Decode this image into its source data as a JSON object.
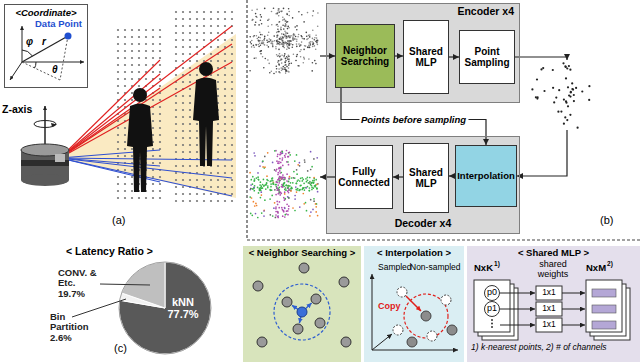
{
  "diagram": {
    "nodes": [
      {
        "text": [
          "<Coordinate>",
          "Data Point"
        ]
      },
      {
        "text": [
          "Encoder x4"
        ]
      },
      {
        "text": [
          "Neighbor Searching"
        ],
        "in": 1
      },
      {
        "text": [
          "Shared MLP"
        ],
        "in": 1
      },
      {
        "text": [
          "Point Sampling"
        ],
        "in": 1
      },
      {
        "text": [
          "Decoder x4"
        ]
      },
      {
        "text": [
          "Fully Connected"
        ],
        "in": 5
      },
      {
        "text": [
          "Shared MLP"
        ],
        "in": 5
      },
      {
        "text": [
          "Interpolation"
        ],
        "in": 5
      },
      {
        "text": [
          "< Neighbor Searching >"
        ]
      },
      {
        "text": [
          "< Interpolation >"
        ]
      },
      {
        "text": [
          "< Shared MLP >"
        ]
      }
    ],
    "edges": [
      {
        "from": 2,
        "to": 3,
        "arrow": "to"
      },
      {
        "from": 3,
        "to": 4,
        "arrow": "to"
      },
      {
        "from": 2,
        "to": 8,
        "label": "Points before sampling",
        "arrow": "to"
      },
      {
        "from": 8,
        "to": 7,
        "arrow": "to"
      },
      {
        "from": 7,
        "to": 6,
        "arrow": "to"
      }
    ],
    "labels": [
      "r",
      "φ",
      "θ",
      "Z-axis",
      "(a)",
      "(b)",
      "< Latency Ratio >",
      "CONV. & Etc. 19.7%",
      "kNN 77.7%",
      "Bin Partition 2.6%",
      "(c)",
      "Sampled",
      "Non-sampled",
      "Copy",
      "NxK",
      "1)",
      "shared weights",
      "NxM",
      "2)",
      "p0",
      "p1",
      "1x1",
      "1x1",
      "1x1",
      "1) k-nearest points, 2) # of channels"
    ]
  }
}
